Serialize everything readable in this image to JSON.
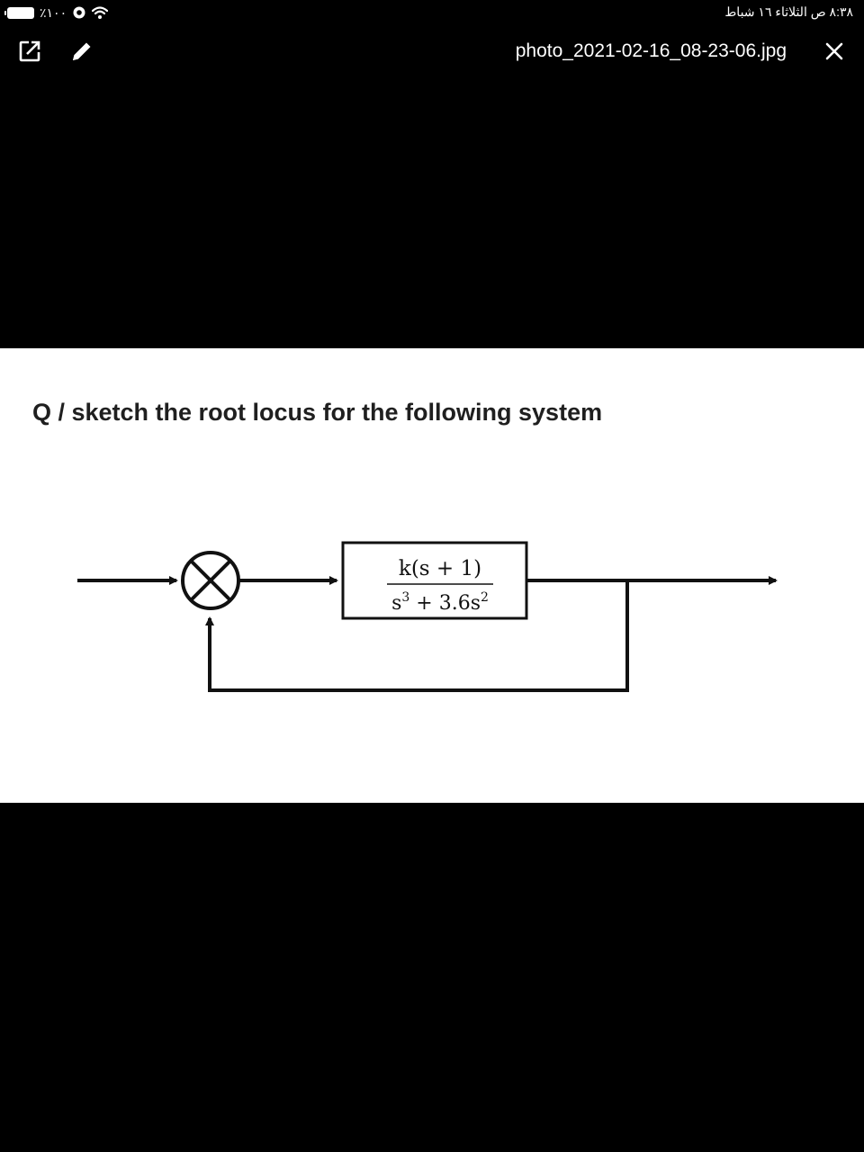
{
  "status_bar": {
    "battery_percent": "٪١٠٠",
    "datetime": "٨:٣٨ ص الثلاثاء ١٦ شباط"
  },
  "toolbar": {
    "filename": "photo_2021-02-16_08-23-06.jpg",
    "icons": [
      "open-external-icon",
      "pencil-icon",
      "close-icon"
    ]
  },
  "photo": {
    "question": "Q / sketch the root locus for the following system",
    "diagram": {
      "transfer_function_numerator": "k(s + 1)",
      "transfer_function_denominator_s": "s",
      "transfer_function_denominator_exp1": "3",
      "transfer_function_denominator_mid": " + 3.6s",
      "transfer_function_denominator_exp2": "2"
    }
  },
  "colors": {
    "background": "#000000",
    "photo_background": "#ffffff",
    "ink": "#111111"
  }
}
